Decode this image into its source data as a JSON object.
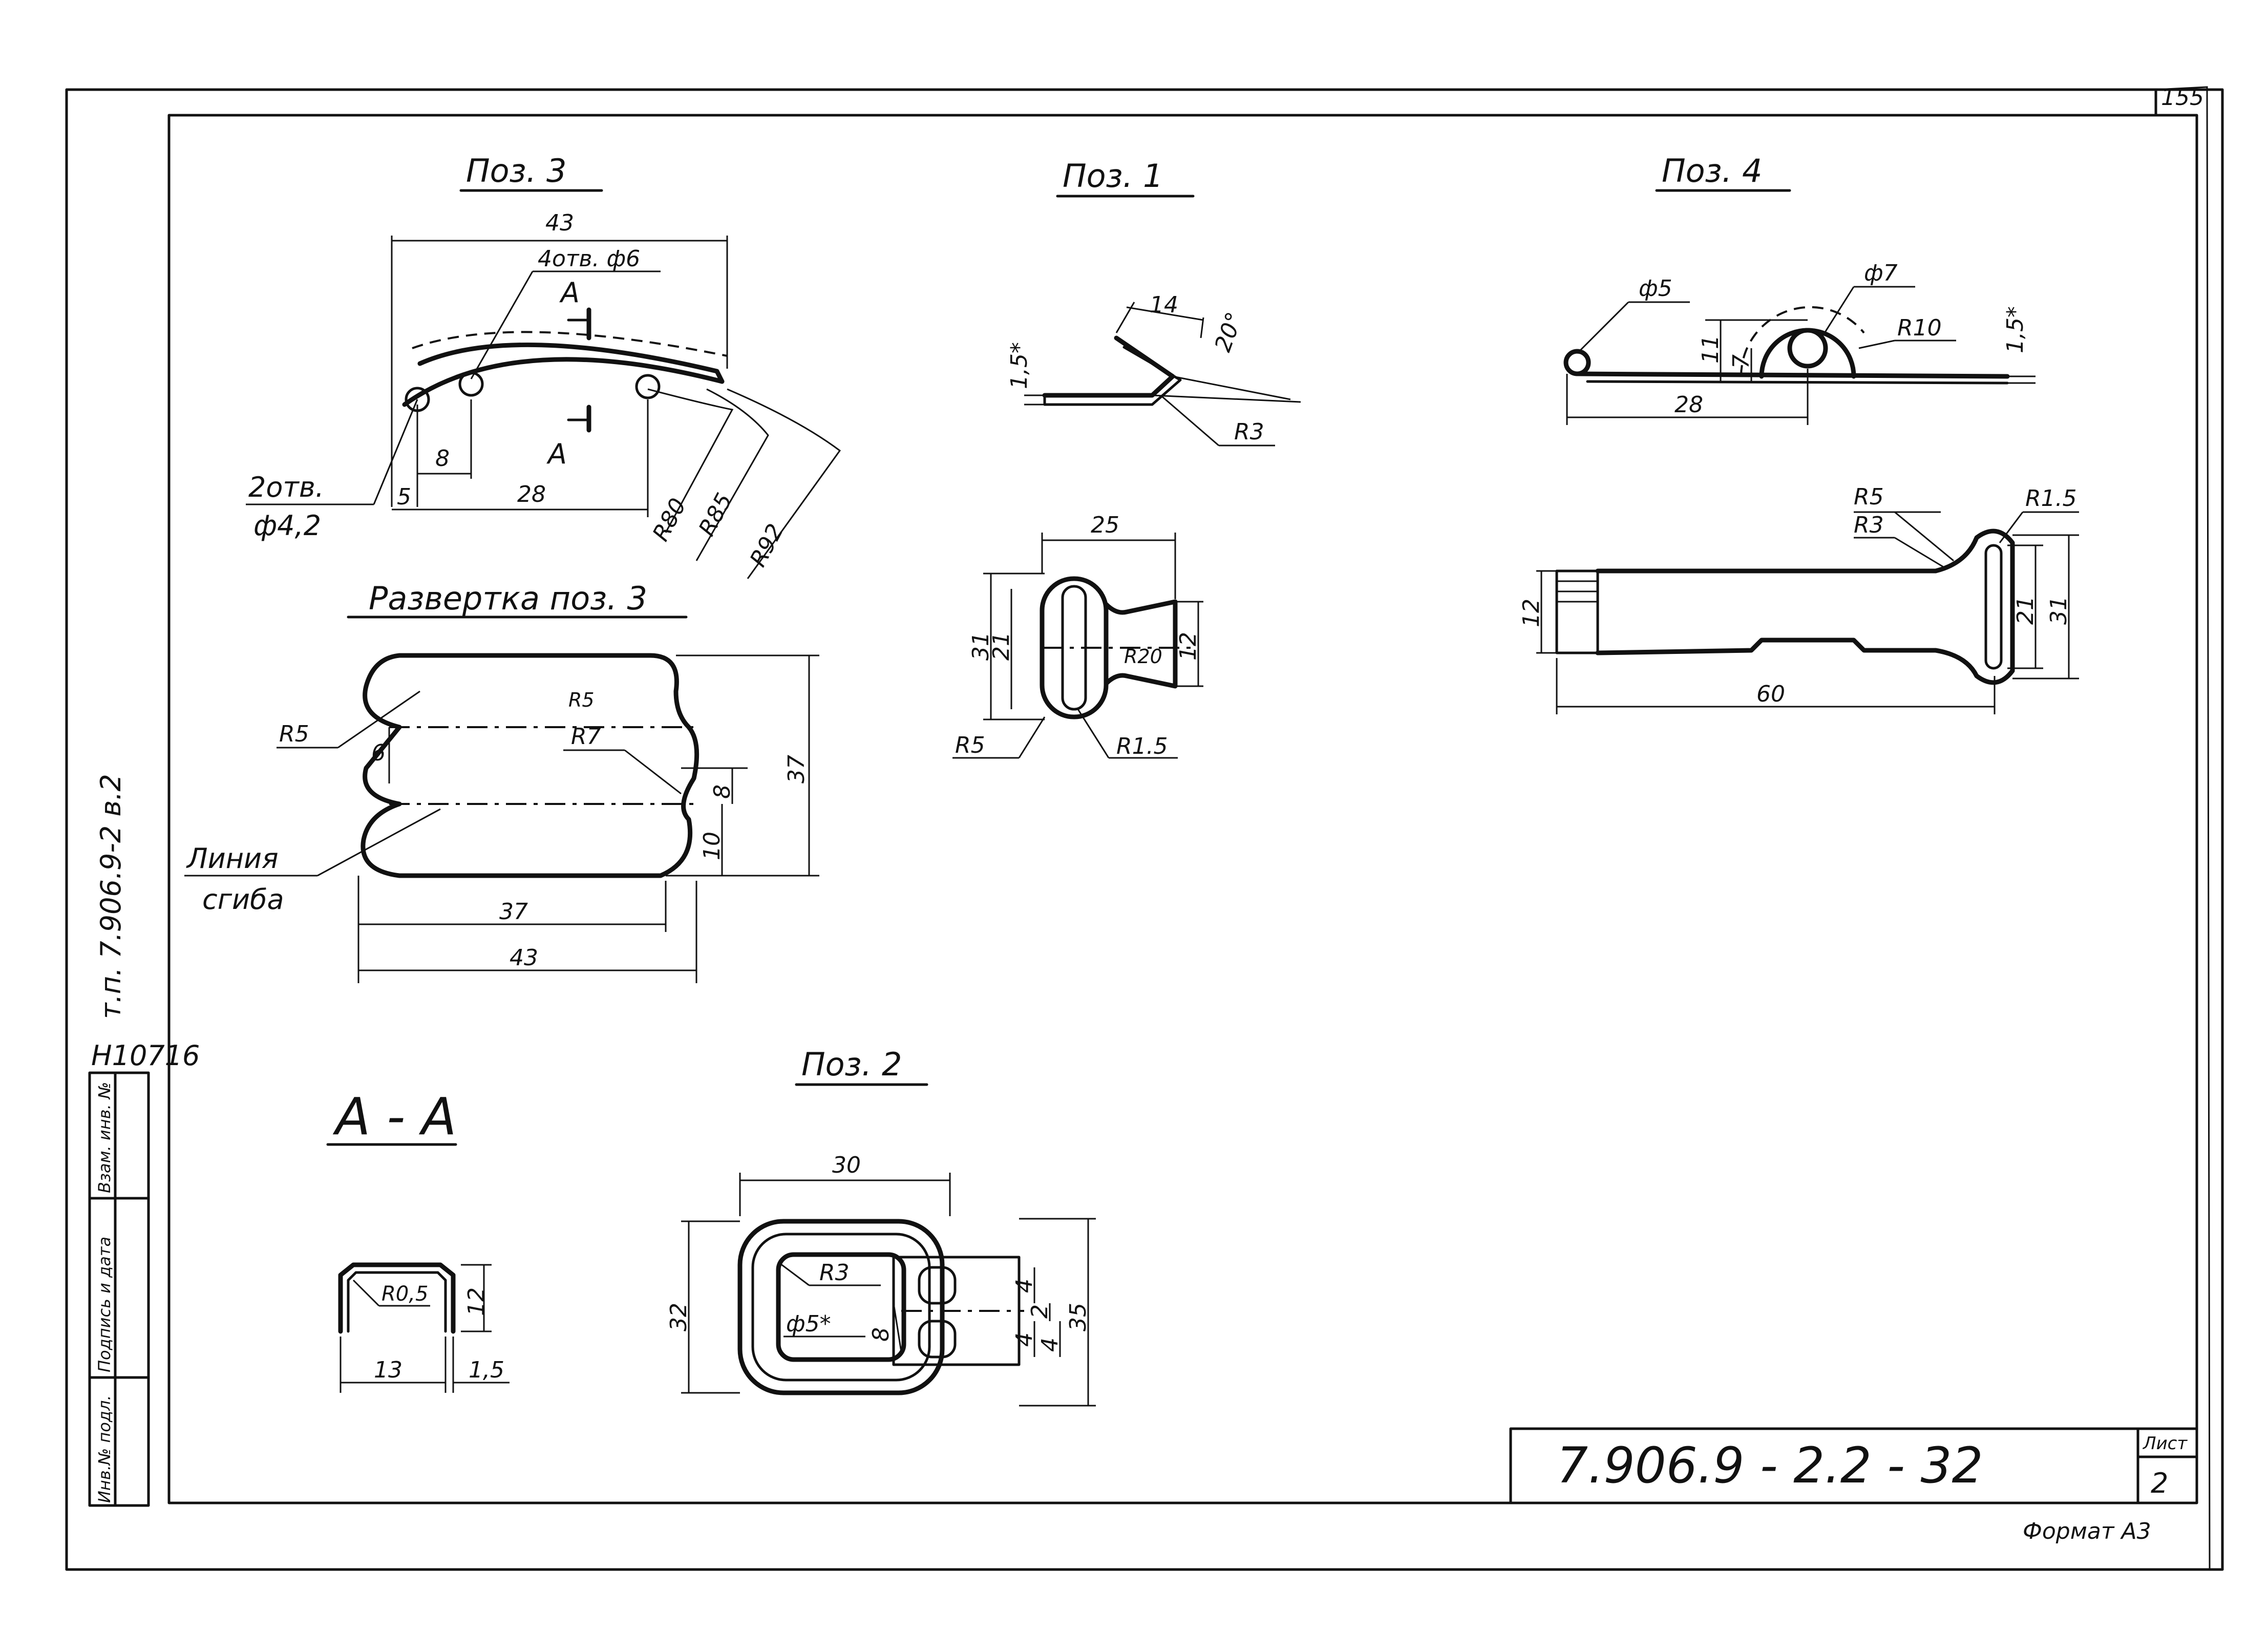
{
  "page_number": "155",
  "side_code": "т.п. 7.906.9-2 в.2",
  "inventory_number": "Н10716",
  "side_table": {
    "col_inv_orig": "Инв.№ подл.",
    "col_sign_date": "Подпись и дата",
    "col_inv_repl": "Взам. инв. №"
  },
  "title_block": {
    "designation": "7.906.9 - 2.2 - 32",
    "sheet_label": "Лист",
    "sheet_number": "2",
    "format": "Формат А3"
  },
  "views": {
    "poz3": {
      "title": "Поз. 3",
      "dims": {
        "width_total": "43",
        "holes": "4отв. ф6",
        "section": "А",
        "section_b": "А",
        "offset8": "8",
        "offset5": "5",
        "span28": "28",
        "r80": "R80",
        "r85": "R85",
        "r92": "R92",
        "holes2_a": "2отв.",
        "holes2_b": "ф4,2"
      }
    },
    "poz1": {
      "title": "Поз. 1",
      "top": {
        "len14": "14",
        "angle": "20°",
        "thick": "1,5*",
        "r3": "R3"
      },
      "plan": {
        "w25": "25",
        "h31": "31",
        "h21": "21",
        "h12": "12",
        "r20": "R20",
        "r5": "R5",
        "r15": "R1.5"
      }
    },
    "poz4": {
      "title": "Поз. 4",
      "top": {
        "d5": "ф5",
        "d7": "ф7",
        "r10": "R10",
        "thick": "1,5*",
        "h11": "11",
        "h7": "7",
        "len28": "28"
      },
      "plan": {
        "r5": "R5",
        "r3": "R3",
        "r15": "R1.5",
        "h12": "12",
        "h21": "21",
        "h31": "31",
        "len60": "60"
      }
    },
    "razvertka": {
      "title": "Развертка поз. 3",
      "dims": {
        "r5_left": "R5",
        "r5": "R5",
        "r7": "R7",
        "d6": "6",
        "d8": "8",
        "d10": "10",
        "d37_h": "37",
        "d37_w": "37",
        "d43": "43",
        "bend_a": "Линия",
        "bend_b": "сгиба"
      }
    },
    "section_aa": {
      "title": "А - А",
      "dims": {
        "r05": "R0,5",
        "h12": "12",
        "w13": "13",
        "t15": "1,5"
      }
    },
    "poz2": {
      "title": "Поз. 2",
      "dims": {
        "w30": "30",
        "h32": "32",
        "h35": "35",
        "r3": "R3",
        "d5": "ф5*",
        "h8": "8",
        "d4a": "4",
        "d2": "2",
        "d4b": "4",
        "d4c": "4"
      }
    }
  }
}
